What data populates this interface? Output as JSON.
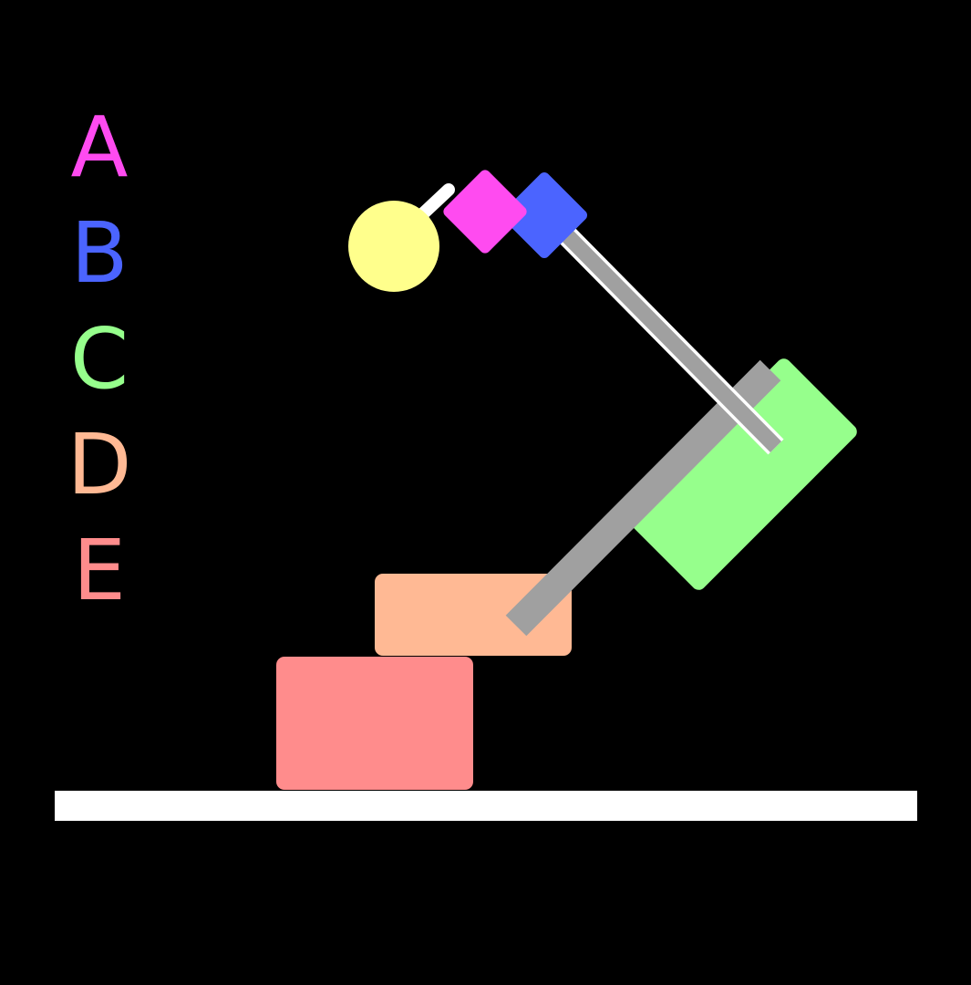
{
  "legend": {
    "a": {
      "label": "A",
      "color": "#FF4BF0"
    },
    "b": {
      "label": "B",
      "color": "#4B64FF"
    },
    "c": {
      "label": "C",
      "color": "#96FF8C"
    },
    "d": {
      "label": "D",
      "color": "#FFB994"
    },
    "e": {
      "label": "E",
      "color": "#FF8C8C"
    }
  },
  "colors": {
    "background": "#000000",
    "ground": "#FFFFFF",
    "link": "#A0A0A0",
    "link_outline": "#FFFFFF",
    "ball": "#FFFF8C"
  }
}
